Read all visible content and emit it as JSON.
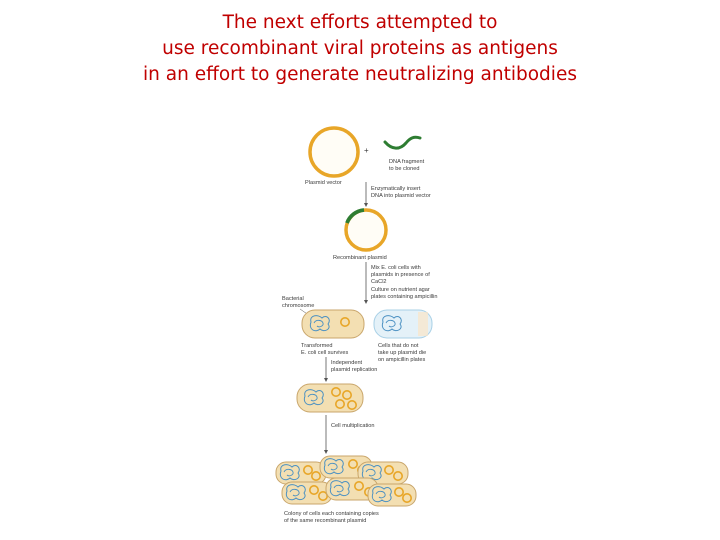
{
  "slide": {
    "title_lines": [
      "The next efforts attempted to",
      "use recombinant viral proteins as antigens",
      "in an effort to generate neutralizing antibodies"
    ]
  },
  "diagram": {
    "labels": {
      "plasmid_vector": "Plasmid vector",
      "plus": "+",
      "dna_fragment_1": "DNA fragment",
      "dna_fragment_2": "to be cloned",
      "enzymatically_1": "Enzymatically insert",
      "enzymatically_2": "DNA into plasmid vector",
      "recombinant_plasmid": "Recombinant plasmid",
      "mix_1": "Mix E. coli cells with",
      "mix_2": "plasmids in presence of",
      "mix_3": "CaCl2",
      "culture_1": "Culture on nutrient agar",
      "culture_2": "plates containing ampicillin",
      "bacterial_1": "Bacterial",
      "bacterial_2": "chromosome",
      "transformed_1": "Transformed",
      "transformed_2": "E. coli cell survives",
      "cells_not_1": "Cells that do not",
      "cells_not_2": "take up plasmid die",
      "cells_not_3": "on ampicillin plates",
      "independent_1": "Independent",
      "independent_2": "plasmid replication",
      "cell_multiplication": "Cell multiplication",
      "colony_1": "Colony of cells each containing copies",
      "colony_2": "of the same recombinant plasmid"
    },
    "colors": {
      "plasmid_ring": "#e8a628",
      "dna_insert": "#2e7d32",
      "cell_fill": "#f3dfb2",
      "cell_stroke": "#c9a66b",
      "chromosome": "#4a90c2",
      "dead_cell": "#a8d0e6",
      "arrow": "#555555"
    }
  }
}
